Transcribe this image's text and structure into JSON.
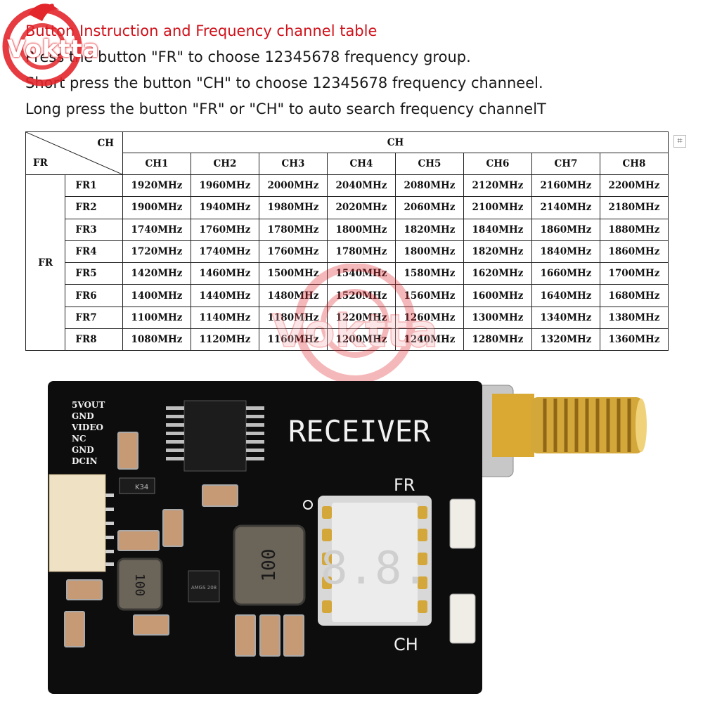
{
  "brand": {
    "logo_text": "Voktta",
    "watermark_text": "Voktta"
  },
  "intro": {
    "title": "Button Instruction and Frequency channel table",
    "lines": [
      "Press the button \"FR\" to choose 12345678 frequency group.",
      "Short press the button \"CH\" to choose 12345678 frequency channeel.",
      "Long press the button \"FR\" or \"CH\" to auto search frequency channelT"
    ]
  },
  "table": {
    "corner_ch": "CH",
    "corner_fr": "FR",
    "ch_header": "CH",
    "fr_group_label": "FR",
    "columns": [
      "CH1",
      "CH2",
      "CH3",
      "CH4",
      "CH5",
      "CH6",
      "CH7",
      "CH8"
    ],
    "rows": [
      {
        "fr": "FR1",
        "values": [
          "1920MHz",
          "1960MHz",
          "2000MHz",
          "2040MHz",
          "2080MHz",
          "2120MHz",
          "2160MHz",
          "2200MHz"
        ]
      },
      {
        "fr": "FR2",
        "values": [
          "1900MHz",
          "1940MHz",
          "1980MHz",
          "2020MHz",
          "2060MHz",
          "2100MHz",
          "2140MHz",
          "2180MHz"
        ]
      },
      {
        "fr": "FR3",
        "values": [
          "1740MHz",
          "1760MHz",
          "1780MHz",
          "1800MHz",
          "1820MHz",
          "1840MHz",
          "1860MHz",
          "1880MHz"
        ]
      },
      {
        "fr": "FR4",
        "values": [
          "1720MHz",
          "1740MHz",
          "1760MHz",
          "1780MHz",
          "1800MHz",
          "1820MHz",
          "1840MHz",
          "1860MHz"
        ]
      },
      {
        "fr": "FR5",
        "values": [
          "1420MHz",
          "1460MHz",
          "1500MHz",
          "1540MHz",
          "1580MHz",
          "1620MHz",
          "1660MHz",
          "1700MHz"
        ]
      },
      {
        "fr": "FR6",
        "values": [
          "1400MHz",
          "1440MHz",
          "1480MHz",
          "1520MHz",
          "1560MHz",
          "1600MHz",
          "1640MHz",
          "1680MHz"
        ]
      },
      {
        "fr": "FR7",
        "values": [
          "1100MHz",
          "1140MHz",
          "1180MHz",
          "1220MHz",
          "1260MHz",
          "1300MHz",
          "1340MHz",
          "1380MHz"
        ]
      },
      {
        "fr": "FR8",
        "values": [
          "1080MHz",
          "1120MHz",
          "1160MHz",
          "1200MHz",
          "1240MHz",
          "1280MHz",
          "1320MHz",
          "1360MHz"
        ]
      }
    ]
  },
  "board": {
    "title": "RECEIVER",
    "fr_label": "FR",
    "ch_label": "CH",
    "pin_labels": [
      "5VOUT",
      "GND",
      "VIDEO",
      "NC",
      "GND",
      "DCIN"
    ],
    "inductor_big": "100",
    "inductor_small": "100",
    "chip_label": "AMGS 208",
    "diode_label": "K34",
    "display_digits": "8.8.",
    "colors": {
      "pcb": "#0d0d0d",
      "silk": "#f2f2f2",
      "gold": "#d4a73a",
      "display": "#e6e6e6"
    }
  },
  "ui": {
    "scan_icon": "qr-scan-icon"
  }
}
